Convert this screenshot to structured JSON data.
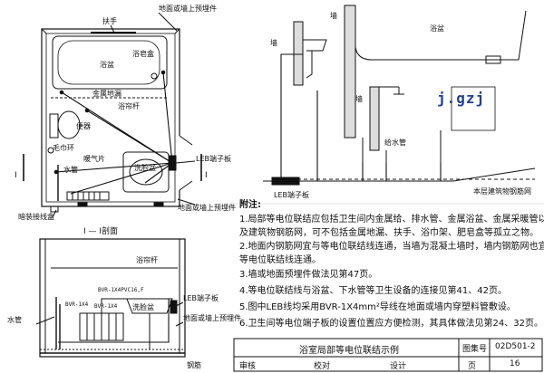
{
  "plan": {
    "wall_prepipe_top": "地面或墙上预埋件",
    "handrail": "扶手",
    "bathtub": "浴盆",
    "soap_dish": "浴皂盒",
    "metal_floor_drain": "金属地漏",
    "shower_rod": "浴帘杆",
    "toilet": "便器",
    "towel_ring": "毛巾环",
    "water_pipe": "水管",
    "radiator": "暖气片",
    "washbasin": "洗脸盆",
    "leb_box": "LEB端子板",
    "floor_prepipe": "地面或墙上预埋件",
    "section_mark": "I",
    "concealed_box": "暗装接线盒"
  },
  "section": {
    "title": "I — I剖面",
    "shower_rod": "浴帘杆",
    "water_pipe": "水管",
    "wire_spec": "BVR-1X4PVC16,F",
    "bvr1": "BVR-1X4",
    "bvr2": "BVR-1X4",
    "washbasin": "洗脸盆",
    "leb_box": "LEB端子板",
    "floor_prepipe": "地面或墙上预埋件",
    "rebar": "钢筋"
  },
  "right_diagram": {
    "wall1": "墙",
    "wall2": "墙",
    "wall3": "墙",
    "bathtub": "浴盆",
    "supply_pipe": "给水管",
    "leb_box": "LEB端子板",
    "rebar_mesh": "本层建筑物钢筋网"
  },
  "watermark": "j.gzj",
  "notes": {
    "heading": "附注:",
    "items": [
      "1.局部等电位联结应包括卫生间内金属给、排水管、金属浴盆、金属采暖管以",
      "  及建筑物钢筋网，可不包括金属地漏、扶手、浴巾架、肥皂盒等孤立之物。",
      "2.地面内钢筋网宜与等电位联结线连通，当墙为混凝土墙时，墙内钢筋网也宜与",
      "  等电位联结线连通。",
      "3.墙或地面预埋件做法见第47页。",
      "4.等电位联结线与浴盆、下水管等卫生设备的连接见第41、42页。",
      "5.图中LEB线均采用BVR-1X4mm²导线在地面或墙内穿塑料管敷设。",
      "6.卫生间等电位端子板的设置位置应方便检测，其具体做法见第24、32页。"
    ]
  },
  "title_block": {
    "title": "浴室局部等电位联结示例",
    "atlas_label": "图集号",
    "atlas_no": "02D501-2",
    "review": "审核",
    "check": "校对",
    "design": "设计",
    "page_label": "页",
    "page_no": "16"
  }
}
